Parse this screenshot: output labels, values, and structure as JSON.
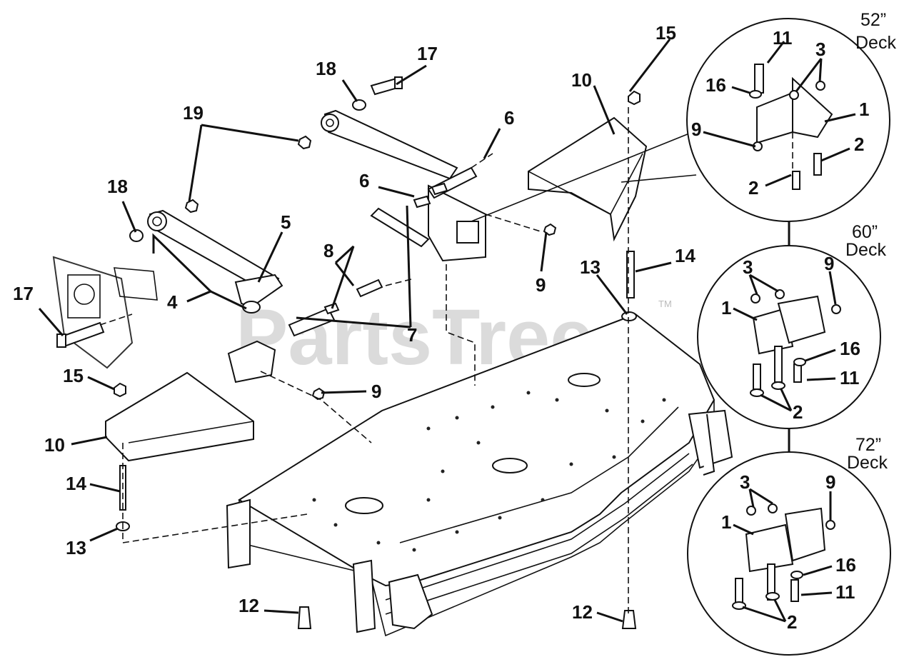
{
  "watermark": "PartsTree",
  "trademark": "TM",
  "callouts": {
    "c17a": "17",
    "c18a": "18",
    "c19": "19",
    "c18b": "18",
    "c5": "5",
    "c17b": "17",
    "c4": "4",
    "c6a": "6",
    "c6b": "6",
    "c8": "8",
    "c7": "7",
    "c9a": "9",
    "c9b": "9",
    "c10a": "10",
    "c15a": "15",
    "c15b": "15",
    "c10b": "10",
    "c14a": "14",
    "c13a": "13",
    "c14b": "14",
    "c13b": "13",
    "c12a": "12",
    "c12b": "12"
  },
  "details": {
    "d52": {
      "size": "52”",
      "word": "Deck",
      "c11": "11",
      "c3": "3",
      "c16": "16",
      "c1": "1",
      "c9": "9",
      "c2a": "2",
      "c2b": "2"
    },
    "d60": {
      "size": "60”",
      "word": "Deck",
      "c3": "3",
      "c9": "9",
      "c1": "1",
      "c16": "16",
      "c11": "11",
      "c2": "2"
    },
    "d72": {
      "size": "72”",
      "word": "Deck",
      "c3": "3",
      "c9": "9",
      "c1": "1",
      "c16": "16",
      "c11": "11",
      "c2": "2"
    }
  }
}
